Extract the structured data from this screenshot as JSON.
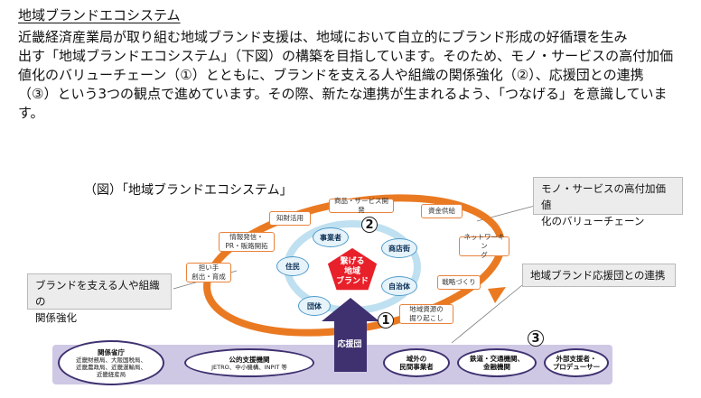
{
  "heading": "地域ブランドエコシステム",
  "paragraph": [
    "近畿経済産業局が取り組む地域ブランド支援は、地域において自立的にブランド形成の好循環を生み",
    "出す「地域ブランドエコシステム」（下図）の構築を目指しています。そのため、モノ・サービスの高付加価",
    "値化のバリューチェーン（①）とともに、ブランドを支える人や組織の関係強化（②）、応援団との連携",
    "（③）という3つの観点で進めています。その際、新たな連携が生まれるよう、「つなげる」を意識していま",
    "す。"
  ],
  "figure": {
    "title": "（図）「地域ブランドエコシステム」",
    "callouts": {
      "value_chain": [
        "モノ・サービスの高付加価値",
        "化のバリューチェーン"
      ],
      "relations": [
        "ブランドを支える人や組織の",
        "関係強化"
      ],
      "supporters": "地域ブランド応援団との連携"
    },
    "value_chain_tags": [
      "知財活用",
      "商品・サービス開発",
      "資金供給",
      "情報発信・\nPR・販路開拓",
      "ネットワーキン\nグ",
      "担い手\n創出・育成",
      "戦略づくり",
      "地域資源の\n掘り起こし"
    ],
    "actors": [
      "事業者",
      "商店街",
      "住民",
      "自治体",
      "団体"
    ],
    "center": [
      "繋げる",
      "地域",
      "ブランド"
    ],
    "support_arrow": "応援団",
    "markers": [
      "2",
      "1",
      "3"
    ],
    "supporters": [
      {
        "title": "関係省庁",
        "sub": "近畿財務局、大阪国税局、\n近畿農政局、近畿運輸局、\n近畿経産局"
      },
      {
        "title": "公的支援機関",
        "sub": "JETRO、中小機構、INPIT 等"
      },
      {
        "title": "域外の\n民間事業者",
        "sub": ""
      },
      {
        "title": "鉄道・交通機関、\n金融機関",
        "sub": ""
      },
      {
        "title": "外部支援者・\nプロデューサー",
        "sub": ""
      }
    ],
    "colors": {
      "ring": "#ea7a22",
      "inner_ring": "#bfe0f0",
      "center": "#e8202a",
      "arrow": "#3f3170",
      "band": "#cfc8e4"
    }
  }
}
